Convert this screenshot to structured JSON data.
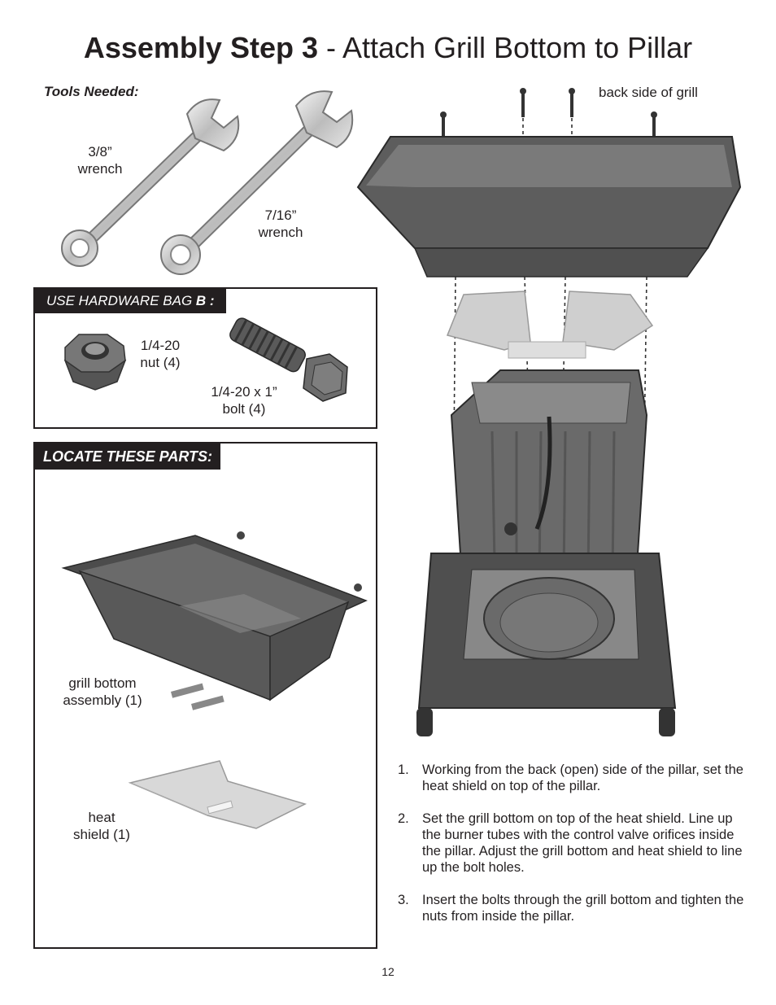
{
  "title": {
    "bold": "Assembly Step 3",
    "rest": " - Attach Grill Bottom to Pillar"
  },
  "tools": {
    "heading": "Tools Needed:",
    "wrench1_label": "3/8”\nwrench",
    "wrench2_label": "7/16”\nwrench"
  },
  "hardware": {
    "tab_prefix": "USE HARDWARE BAG ",
    "tab_bag": "B :",
    "nut_label": "1/4-20\nnut (4)",
    "bolt_label": "1/4-20 x 1”\nbolt (4)"
  },
  "parts": {
    "tab": "LOCATE THESE PARTS:",
    "grill_bottom_label": "grill bottom\nassembly (1)",
    "heat_shield_label": "heat\nshield (1)"
  },
  "diagram": {
    "back_label": "back side of grill"
  },
  "steps": [
    {
      "num": "1.",
      "text": "Working from the back (open) side of the pillar, set the heat shield on top of the pillar."
    },
    {
      "num": "2.",
      "text": "Set the grill bottom on top of the heat shield. Line up the burner tubes with the control valve orifices inside the pillar. Adjust the grill bottom and heat shield to line up the bolt holes."
    },
    {
      "num": "3.",
      "text": "Insert the bolts through the grill bottom and tighten the nuts from inside the pillar."
    }
  ],
  "page_number": "12"
}
